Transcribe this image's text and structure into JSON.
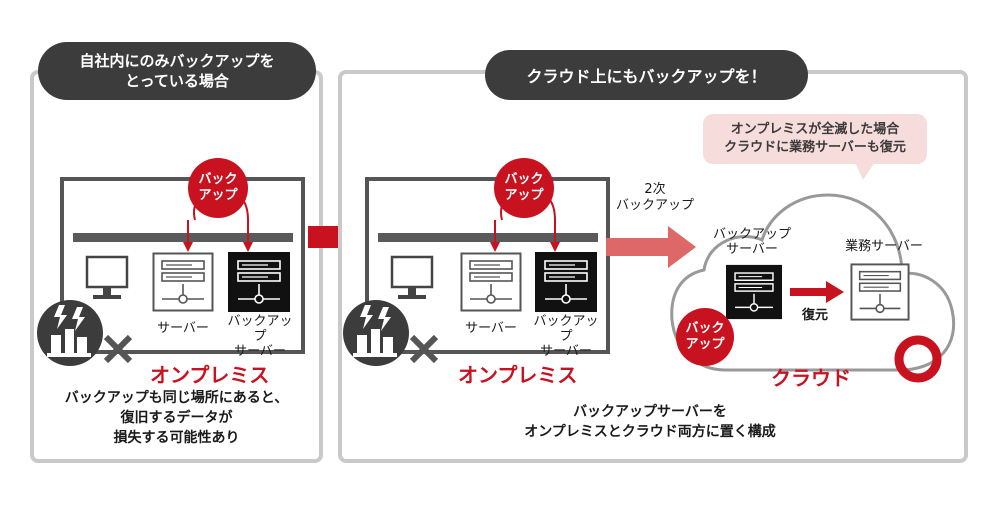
{
  "left_panel": {
    "header": "自社内にのみバックアップを\nとっている場合",
    "backup_circle": "バック\nアップ",
    "server_label": "サーバー",
    "backup_server_label": "バックアップ\nサーバー",
    "site_title": "オンプレミス",
    "description": "バックアップも同じ場所にあると、\n復旧するデータが\n損失する可能性あり"
  },
  "right_panel": {
    "header": "クラウド上にもバックアップを！",
    "backup_circle": "バック\nアップ",
    "server_label": "サーバー",
    "backup_server_label": "バックアップ\nサーバー",
    "site_title": "オンプレミス",
    "secondary_backup": "2次\nバックアップ",
    "bubble": "オンプレミスが全滅した場合\nクラウドに業務サーバーも復元",
    "cloud_backup_server_label": "バックアップ\nサーバー",
    "business_server_label": "業務サーバー",
    "restore_label": "復元",
    "cloud_backup_circle": "バック\nアップ",
    "cloud_title": "クラウド",
    "description": "バックアップサーバーを\nオンプレミスとクラウド両方に置く構成"
  },
  "colors": {
    "accent": "#c8121f",
    "dark": "#3c3c3c",
    "panel_border": "#c9c9c9",
    "bubble": "#f7dcdc"
  },
  "icons": [
    "monitor-icon",
    "server-icon",
    "backup-server-icon",
    "disaster-icon",
    "cross-icon",
    "cloud-icon",
    "circle-ok-icon"
  ]
}
